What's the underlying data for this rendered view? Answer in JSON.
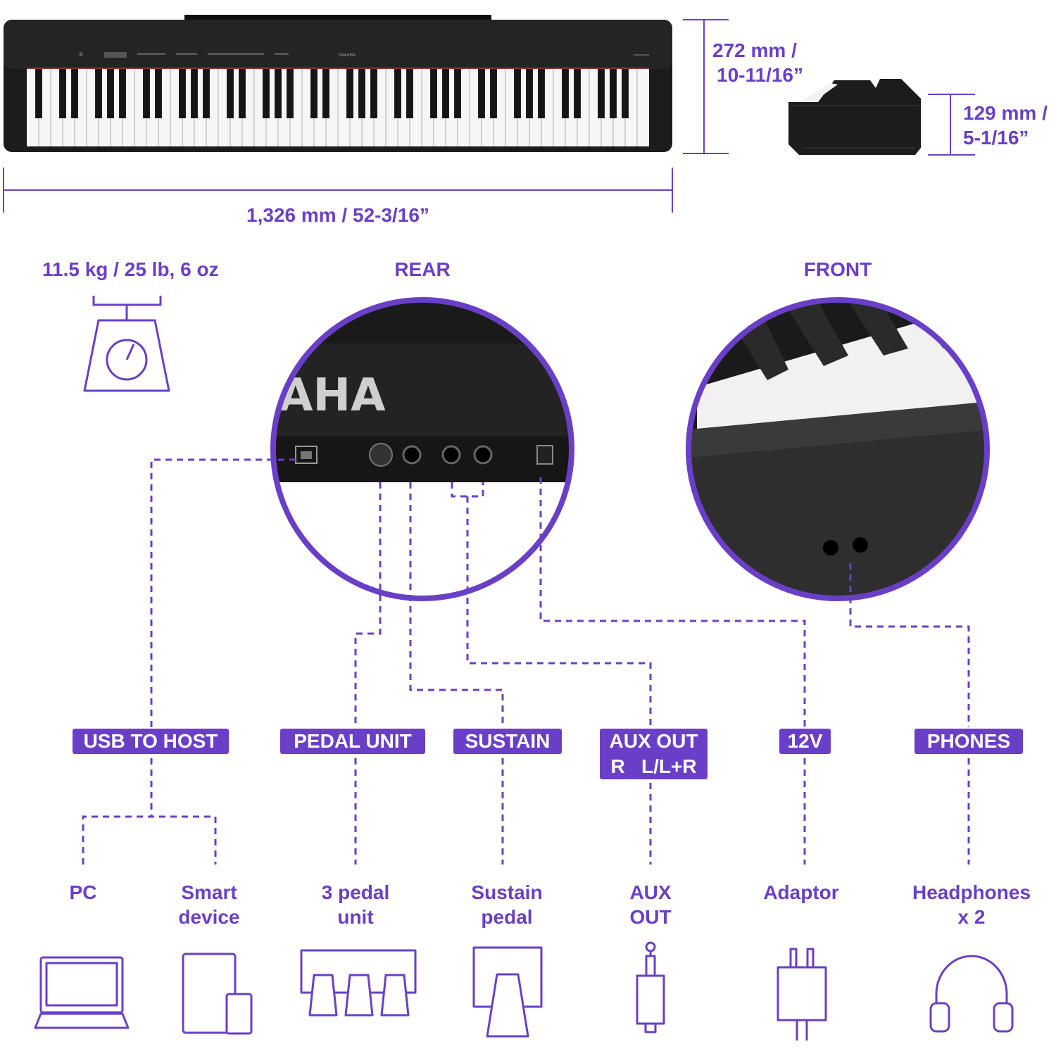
{
  "colors": {
    "accent": "#6a3fc8",
    "product": "#1c1c1c"
  },
  "product": {
    "brand_logo": "YAMAHA",
    "rear_logo_fragment": "AHA"
  },
  "dimensions": {
    "width": "1,326 mm / 52-3/16”",
    "depth_mm": "272 mm /",
    "depth_in": "10-11/16”",
    "height_mm": "129 mm /",
    "height_in": "5-1/16”"
  },
  "weight": "11.5 kg / 25 lb, 6 oz",
  "views": {
    "rear": "REAR",
    "front": "FRONT"
  },
  "ports": {
    "usb": "USB TO HOST",
    "pedal_unit": "PEDAL UNIT",
    "sustain": "SUSTAIN",
    "aux_out_line1": "AUX OUT",
    "aux_out_line2": "R   L/L+R",
    "dc_in": "12V",
    "phones": "PHONES"
  },
  "devices": {
    "pc": "PC",
    "smart_1": "Smart",
    "smart_2": "device",
    "pedal3_1": "3 pedal",
    "pedal3_2": "unit",
    "sustain_1": "Sustain",
    "sustain_2": "pedal",
    "aux_1": "AUX",
    "aux_2": "OUT",
    "adaptor": "Adaptor",
    "headphones_1": "Headphones",
    "headphones_2": "x 2"
  },
  "icons": [
    "scale-icon",
    "laptop-icon",
    "tablet-phone-icon",
    "three-pedal-unit-icon",
    "sustain-pedal-icon",
    "audio-jack-icon",
    "power-adaptor-icon",
    "headphones-icon"
  ]
}
